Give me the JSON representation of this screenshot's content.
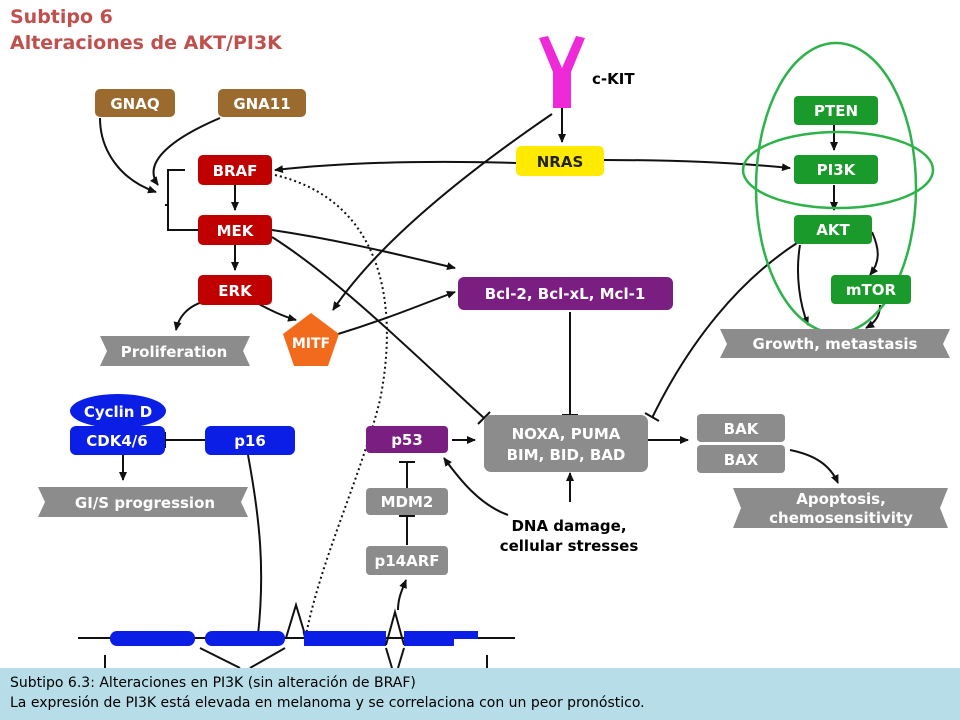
{
  "header": {
    "title_line1": "Subtipo 6",
    "title_line2": "Alteraciones de AKT/PI3K"
  },
  "nodes": {
    "gnaq": "GNAQ",
    "gna11": "GNA11",
    "braf": "BRAF",
    "mek": "MEK",
    "erk": "ERK",
    "mitf": "MITF",
    "proliferation": "Proliferation",
    "ckit": "c-KIT",
    "nras": "NRAS",
    "bcl": "Bcl-2, Bcl-xL, Mcl-1",
    "pten": "PTEN",
    "pi3k": "PI3K",
    "akt": "AKT",
    "mtor": "mTOR",
    "growth": "Growth, metastasis",
    "cyclind": "Cyclin D",
    "cdk46": "CDK4/6",
    "p16": "p16",
    "g1s": "GI/S progression",
    "p53": "p53",
    "mdm2": "MDM2",
    "p14arf": "p14ARF",
    "noxa_line1": "NOXA, PUMA",
    "noxa_line2": "BIM, BID, BAD",
    "bak": "BAK",
    "bax": "BAX",
    "apoptosis_line1": "Apoptosis,",
    "apoptosis_line2": "chemosensitivity",
    "dna_line1": "DNA damage,",
    "dna_line2": "cellular stresses"
  },
  "colors": {
    "title": "#c0504d",
    "braf_path": "#c00000",
    "gnaq_path": "#9a6a2f",
    "mitf": "#f26b1d",
    "nras": "#ffea00",
    "bcl": "#7a1e82",
    "pi3k_path": "#1a9a2a",
    "highlight_ring": "#2db34a",
    "ckit": "#ee2ad8",
    "cell_cycle": "#0a1ee6",
    "p53_path": "#7a1e82",
    "outcome_gray": "#8c8c8c",
    "caption_bg": "#b7dde8"
  },
  "caption": {
    "line1": "Subtipo 6.3: Alteraciones en PI3K (sin alteración de BRAF)",
    "line2": "La expresión de PI3K está elevada en melanoma y se correlaciona con un peor pronóstico."
  }
}
